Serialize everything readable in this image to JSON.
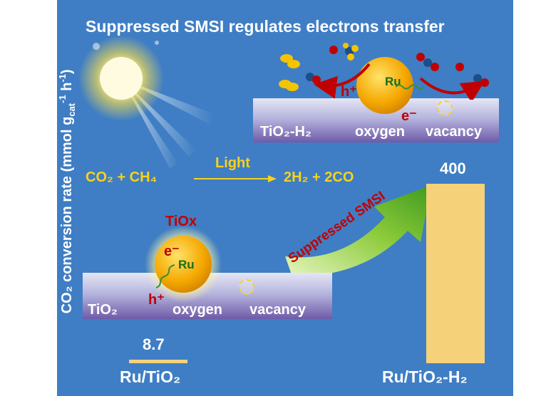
{
  "title": "Suppressed SMSI regulates electrons transfer",
  "y_axis_label": "CO₂ conversion rate (mmol g",
  "y_axis_sub": "cat",
  "y_axis_exp": "-1",
  "y_axis_tail": " h",
  "y_axis_exp2": "-1",
  "y_axis_close": ")",
  "reaction": {
    "left": "CO₂ + CH₄",
    "arrow_label": "Light",
    "right": "2H₂ + 2CO"
  },
  "top_scheme": {
    "support": "TiO₂-H₂",
    "oxygen": "oxygen",
    "vacancy": "vacancy",
    "metal": "Ru",
    "hole": "h⁺",
    "electron": "e⁻"
  },
  "bottom_scheme": {
    "support": "TiO₂",
    "oxygen": "oxygen",
    "vacancy": "vacancy",
    "overlayer": "TiOx",
    "metal": "Ru",
    "hole": "h⁺",
    "electron": "e⁻"
  },
  "big_arrow_label": "Suppressed SMSI",
  "colors": {
    "background": "#3f7ec4",
    "bar": "#f5d27a",
    "accent_yellow": "#f7d21e",
    "accent_red": "#c00000"
  },
  "chart_data": {
    "type": "bar",
    "categories": [
      "Ru/TiO₂",
      "Ru/TiO₂-H₂"
    ],
    "values": [
      8.7,
      400
    ],
    "value_labels": [
      "8.7",
      "400"
    ],
    "ylim": [
      0,
      400
    ]
  }
}
